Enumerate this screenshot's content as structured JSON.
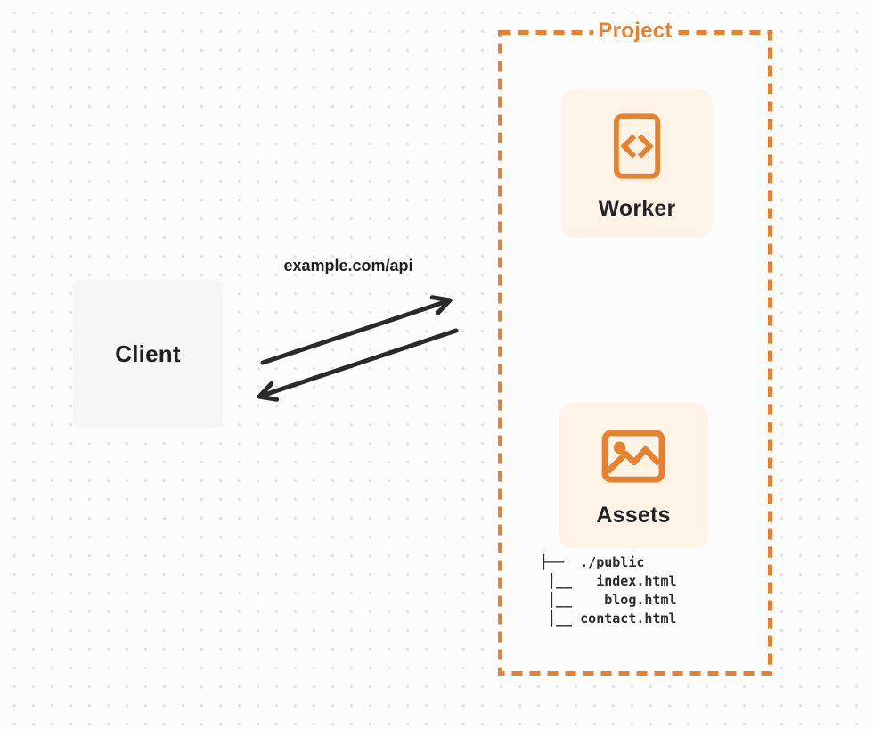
{
  "client": {
    "label": "Client"
  },
  "request": {
    "url_label": "example.com/api"
  },
  "project": {
    "label": "Project",
    "worker": {
      "label": "Worker",
      "icon": "code-file-icon"
    },
    "assets": {
      "label": "Assets",
      "icon": "image-icon"
    },
    "file_tree": [
      "├──  ./public",
      " │__   index.html",
      " │__    blog.html",
      " │__ contact.html"
    ]
  },
  "colors": {
    "accent_orange": "#E8812D",
    "card_bg": "#FDF3E6",
    "client_bg": "#F5F5F6",
    "arrow_black": "#2A2A2A",
    "page_bg": "#FCFCFC",
    "dot_color": "#E4E4E4",
    "text_dark": "#1F1F1F"
  }
}
